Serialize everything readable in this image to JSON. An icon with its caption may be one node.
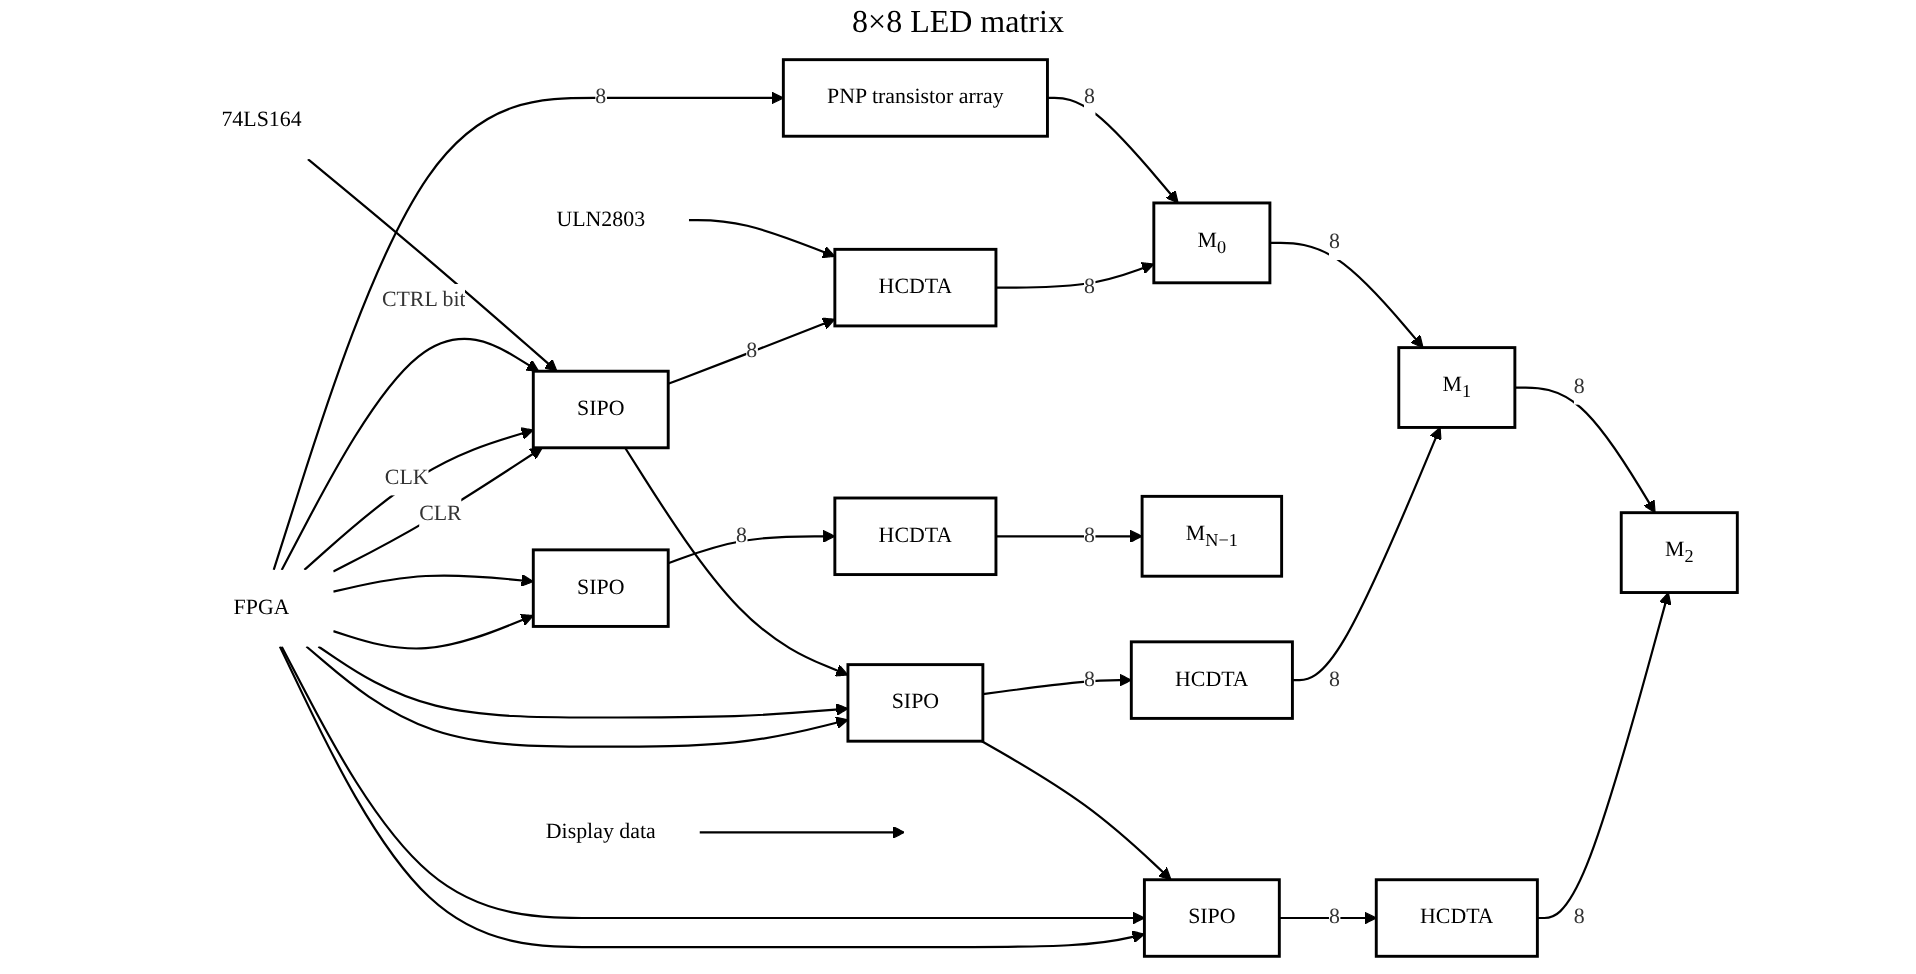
{
  "diagram": {
    "nodes": [
      {
        "text": [
          "FPGA"
        ]
      },
      {
        "text": [
          "PNP transistor array"
        ]
      },
      {
        "text": [
          "M$_{0}$"
        ]
      },
      {
        "text": [
          "M$_{1}$"
        ]
      },
      {
        "text": [
          "M$_{2}$"
        ]
      },
      {
        "text": [
          "M$_{N−1}$"
        ]
      },
      {
        "text": [
          "HCDTA"
        ]
      },
      {
        "text": [
          "HCDTA"
        ]
      },
      {
        "text": [
          "HCDTA"
        ]
      },
      {
        "text": [
          "HCDTA"
        ]
      },
      {
        "text": [
          "SIPO"
        ]
      },
      {
        "text": [
          "SIPO"
        ]
      },
      {
        "text": [
          "SIPO"
        ]
      },
      {
        "text": [
          "SIPO"
        ]
      },
      {
        "text": [
          "Display data"
        ]
      },
      {
        "text": [
          "ULN2803"
        ]
      },
      {
        "text": [
          "74LS164"
        ]
      }
    ],
    "edges": [
      {
        "from": 0,
        "to": 1,
        "arrow": "to",
        "label": "8"
      },
      {
        "from": 1,
        "to": 2,
        "arrow": "to",
        "label": "8"
      },
      {
        "from": 2,
        "to": 3,
        "arrow": "to",
        "label": "8"
      },
      {
        "from": 3,
        "to": 4,
        "arrow": "to",
        "label": "8"
      },
      {
        "from": 14,
        "to": null,
        "arrow": "to"
      },
      {
        "from": 6,
        "to": 2,
        "arrow": "to",
        "label": "8"
      },
      {
        "from": 7,
        "to": 3,
        "arrow": "to",
        "label": "8"
      },
      {
        "from": 8,
        "to": 4,
        "arrow": "to",
        "label": "8"
      },
      {
        "from": 9,
        "to": 5,
        "arrow": "to",
        "label": "8"
      },
      {
        "from": 15,
        "to": 6,
        "arrow": "to"
      },
      {
        "from": 10,
        "to": 6,
        "arrow": "to",
        "label": "8"
      },
      {
        "from": 11,
        "to": 7,
        "arrow": "to",
        "label": "8"
      },
      {
        "from": 12,
        "to": 8,
        "arrow": "to",
        "label": "8"
      },
      {
        "from": 13,
        "to": 9,
        "arrow": "to",
        "label": "8"
      },
      {
        "from": 16,
        "to": 10,
        "arrow": "to"
      },
      {
        "from": 0,
        "to": 10,
        "arrow": "to",
        "label": "CTRL bit"
      },
      {
        "from": 10,
        "to": 11,
        "arrow": "to"
      },
      {
        "from": 11,
        "to": 12,
        "arrow": "to"
      },
      {
        "from": 0,
        "to": 10,
        "arrow": "to",
        "label": "CLK"
      },
      {
        "from": 0,
        "to": 11,
        "arrow": "to"
      },
      {
        "from": 0,
        "to": 12,
        "arrow": "to"
      },
      {
        "from": 0,
        "to": 13,
        "arrow": "to"
      },
      {
        "from": 0,
        "to": 10,
        "arrow": "to",
        "label": "CLR"
      },
      {
        "from": 0,
        "to": 11,
        "arrow": "to"
      },
      {
        "from": 0,
        "to": 12,
        "arrow": "to"
      },
      {
        "from": 0,
        "to": 13,
        "arrow": "to"
      }
    ],
    "labels": [
      "8×8 LED matrix"
    ]
  }
}
